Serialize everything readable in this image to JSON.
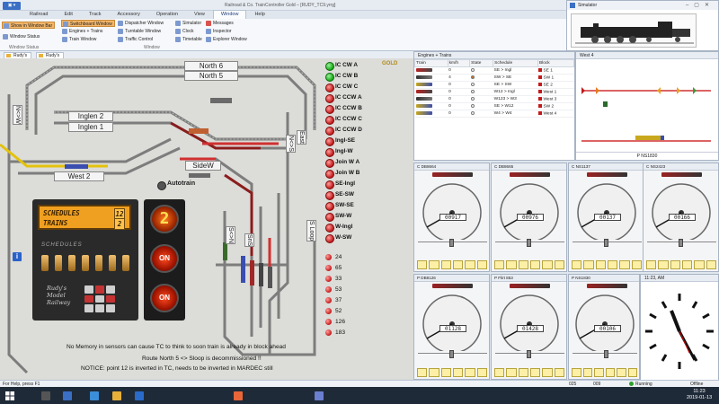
{
  "window": {
    "title": "Railroad & Co. TrainController Gold – [RUDY_TC9.yrrg]",
    "app_button": "▣ ▾",
    "menus": [
      "Railroad",
      "Edit",
      "Track",
      "Accessory",
      "Operation",
      "View",
      "Window",
      "Help"
    ],
    "active_menu": "Window"
  },
  "ribbon": {
    "show_in_window_bar": "Show in Window Bar",
    "window_status": "Window Status",
    "window_status_group": "Window Status",
    "switchboard_window": "Switchboard Window",
    "engines_trains": "Engines + Trains",
    "train_window": "Train Window",
    "dispatcher_window": "Dispatcher Window",
    "turntable_window": "Turntable Window",
    "traffic_control": "Traffic Control",
    "simulator": "Simulator",
    "clock": "Clock",
    "timetable": "Timetable",
    "messages": "Messages",
    "inspector": "Inspector",
    "explorer_window": "Explorer Window",
    "window_group": "Window"
  },
  "simulator": {
    "title": "Simulator"
  },
  "tabs": [
    "Rudy's",
    "Rudy's"
  ],
  "layout": {
    "gold_badge": "GOLD",
    "labels": {
      "north6": "North 6",
      "north5": "North 5",
      "inglen2": "Inglen 2",
      "inglen1": "Inglen 1",
      "west2": "West 2",
      "sidew": "SideW",
      "nw": "N<>W",
      "ns": "N<>S",
      "east": "East",
      "sn": "S<>N",
      "snsider": "SnS",
      "sloop": "S Loop"
    },
    "routes": [
      "IC CW A",
      "IC CW B",
      "IC CW C",
      "IC CCW A",
      "IC CCW B",
      "IC CCW C",
      "IC CCW D",
      "Ingl-SE",
      "Ingl-W",
      "Join W A",
      "Join W B",
      "SE-Ingl",
      "SE-SW",
      "SW-SE",
      "SW-W",
      "W-Ingl",
      "W-SW"
    ],
    "autotrain": "Autotrain",
    "blocks": [
      "24",
      "65",
      "33",
      "53",
      "37",
      "52",
      "126",
      "183"
    ],
    "schedule": {
      "line1": "SCHEDULES",
      "line2": "TRAINS",
      "n1": "12",
      "n2": "2",
      "caption": "SCHEDULES",
      "brand1": "Rudy's",
      "brand2": "Model",
      "brand3": "Railway"
    },
    "lamps": {
      "count": "2",
      "on1": "ON",
      "on2": "ON"
    },
    "info_icon": "i",
    "notices": [
      "No Memory in sensors can cause TC to think to soon train is already in  block ahead",
      "Route North 5 <> Sloop is decommissioned !!",
      "NOTICE: point 12 is inverted in TC, needs to be inverted in MARDEC still"
    ]
  },
  "engines": {
    "title": "Engines + Trains",
    "columns": [
      "Train",
      "km/h",
      "State",
      "Schedule",
      "Block"
    ],
    "rows": [
      {
        "kmh": "0",
        "schedule": "SE > Ingl",
        "block": "SE 1",
        "state_on": false
      },
      {
        "kmh": "4",
        "schedule": "SW > SE",
        "block": "SW 1",
        "state_on": true
      },
      {
        "kmh": "0",
        "schedule": "SE > SW",
        "block": "SE 2",
        "state_on": false
      },
      {
        "kmh": "0",
        "schedule": "W12 > Ingl",
        "block": "West 1",
        "state_on": false
      },
      {
        "kmh": "0",
        "schedule": "W123 > W3",
        "block": "West 3",
        "state_on": false
      },
      {
        "kmh": "0",
        "schedule": "SE > W12",
        "block": "SW 2",
        "state_on": false
      },
      {
        "kmh": "0",
        "schedule": "W4 > W4",
        "block": "West 4",
        "state_on": false
      }
    ]
  },
  "west4": {
    "title": "West 4",
    "footer": "P NS1830"
  },
  "throttles": [
    {
      "name": "C DB8664",
      "odo": "00917"
    },
    {
      "name": "C DB8665",
      "odo": "00976"
    },
    {
      "name": "C NS1137",
      "odo": "00137"
    },
    {
      "name": "C NS2423",
      "odo": "00166"
    },
    {
      "name": "P DB8126",
      "odo": "01128"
    },
    {
      "name": "P Flirt 853",
      "odo": "01428"
    },
    {
      "name": "P NS1830",
      "odo": "00106"
    }
  ],
  "clock": {
    "title": "11:23, AM"
  },
  "status": {
    "help": "For Help, press F1",
    "m1": "025",
    "m2": "009",
    "running": "Running",
    "offline": "Offline"
  },
  "taskbar": {
    "time": "11:23",
    "date": "2019-01-13"
  },
  "colors": {
    "lamp_red": "#c21a1a",
    "lamp_green": "#14a814",
    "schedule_lcd": "#f0a020",
    "ribbon_hl": "#f2b66a"
  }
}
